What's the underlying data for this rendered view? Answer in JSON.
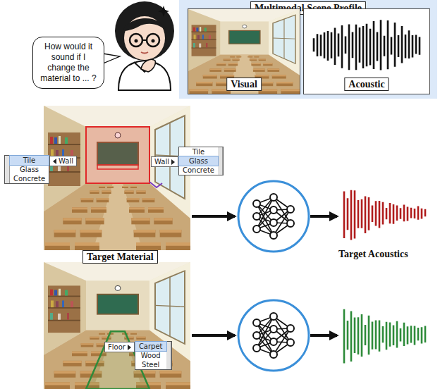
{
  "diagram": {
    "nodes": [
      {
        "text": [
          "How would it sound if I change the material to ... ?"
        ]
      },
      {
        "text": [
          "Multimodal Scene Profile"
        ]
      },
      {
        "text": [
          "Visual"
        ],
        "in": 1
      },
      {
        "text": [
          "Acoustic"
        ],
        "in": 1
      },
      {
        "text": [
          "Wall",
          "Tile",
          "Glass",
          "Concrete"
        ]
      },
      {
        "text": [
          "Wall",
          "Tile",
          "Glass",
          "Concrete"
        ]
      },
      {
        "text": [
          "Floor",
          "Carpet",
          "Wood",
          "Steel"
        ]
      }
    ],
    "labels": [
      "Target Material",
      "Target Acoustics"
    ]
  }
}
